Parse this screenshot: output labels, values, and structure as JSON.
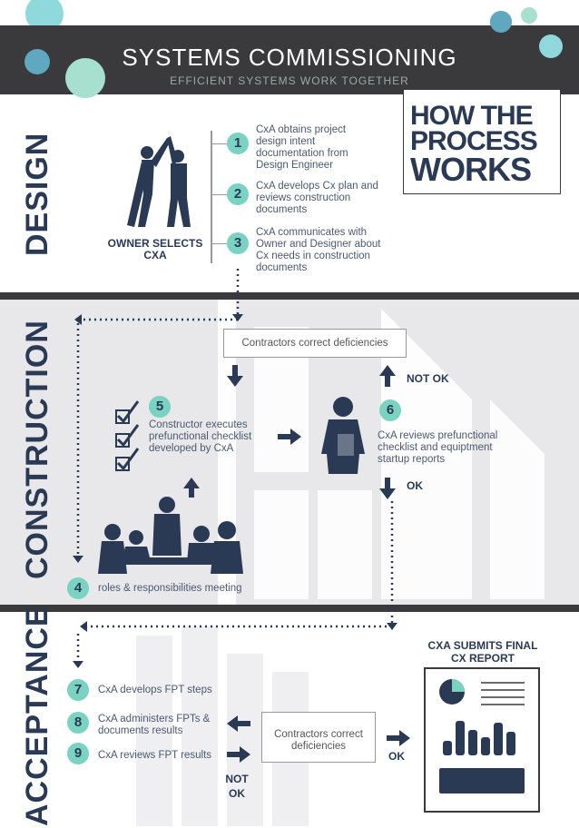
{
  "header": {
    "title": "SYSTEMS COMMISSIONING",
    "subtitle": "EFFICIENT SYSTEMS WORK TOGETHER"
  },
  "how": {
    "line1": "HOW THE",
    "line2": "PROCESS",
    "line3": "WORKS"
  },
  "sections": {
    "design": "DESIGN",
    "construction": "CONSTRUCTION",
    "acceptance": "ACCEPTANCE"
  },
  "design": {
    "owner_label": "OWNER SELECTS CXA",
    "steps": [
      {
        "num": "1",
        "text": "CxA obtains project design intent documentation from Design Engineer"
      },
      {
        "num": "2",
        "text": "CxA develops Cx plan and reviews construction documents"
      },
      {
        "num": "3",
        "text": "CxA communicates with Owner and Designer about Cx needs in construction documents"
      }
    ]
  },
  "construction": {
    "correct_box": "Contractors correct deficiencies",
    "not_ok": "NOT OK",
    "ok": "OK",
    "step4": {
      "num": "4",
      "text": "roles & responsibilities meeting"
    },
    "step5": {
      "num": "5",
      "text": "Constructor executes prefunctional checklist developed by CxA"
    },
    "step6": {
      "num": "6",
      "text": "CxA reviews prefunctional checklist and equiptment startup reports"
    }
  },
  "acceptance": {
    "steps": [
      {
        "num": "7",
        "text": "CxA develops FPT steps"
      },
      {
        "num": "8",
        "text": "CxA administers FPTs & documents results"
      },
      {
        "num": "9",
        "text": "CxA reviews FPT results"
      }
    ],
    "correct_box": "Contractors correct deficiencies",
    "not_ok": "NOT OK",
    "ok": "OK",
    "final": "CXA SUBMITS FINAL CX REPORT"
  }
}
